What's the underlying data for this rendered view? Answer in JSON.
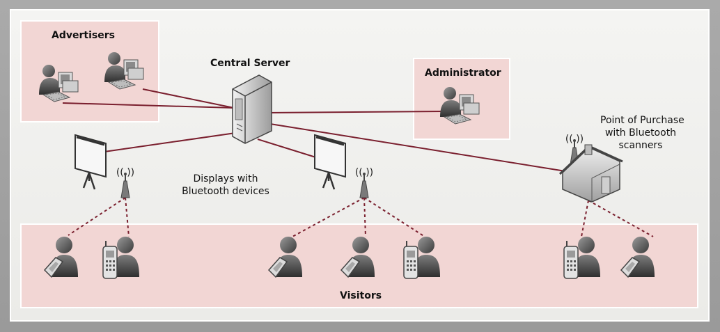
{
  "labels": {
    "advertisers": "Advertisers",
    "central_server": "Central Server",
    "administrator": "Administrator",
    "point_of_purchase_line1": "Point of Purchase",
    "point_of_purchase_line2": "with Bluetooth",
    "point_of_purchase_line3": "scanners",
    "displays_line1": "Displays with",
    "displays_line2": "Bluetooth devices",
    "visitors": "Visitors"
  },
  "colors": {
    "pink_box": "#f2d6d4",
    "pink_box_border": "#ffffff",
    "connection_line": "#7a1f2e",
    "bluetooth_line": "#7a1f2e"
  },
  "icons": {
    "person_computer": "person-at-computer-icon",
    "server": "server-tower-icon",
    "display": "projection-screen-icon",
    "antenna": "bluetooth-antenna-icon",
    "house": "point-of-purchase-house-icon",
    "flip_phone": "person-with-flip-phone-icon",
    "mobile_phone": "person-with-mobile-phone-icon"
  }
}
